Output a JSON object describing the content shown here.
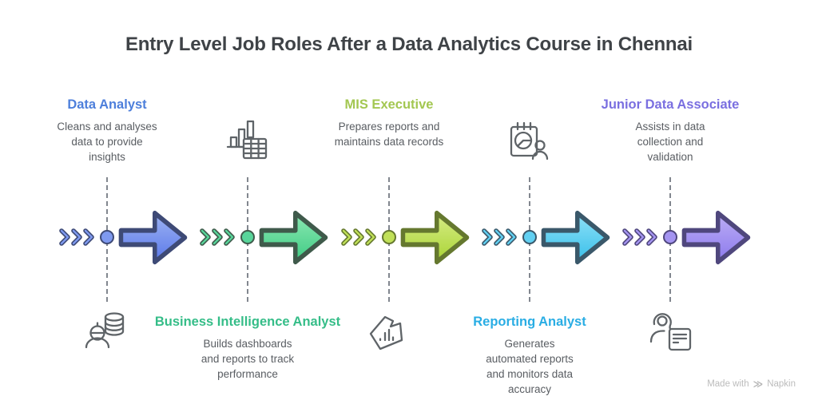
{
  "title": "Entry Level Job Roles After a Data Analytics Course in Chennai",
  "footer": {
    "made_with": "Made with",
    "brand": "Napkin"
  },
  "roles": [
    {
      "name": "Data Analyst",
      "description": "Cleans and analyses data to provide insights",
      "text_position": "top",
      "icon": "engineer-database-icon",
      "color": "#4d7fdb",
      "arrow": {
        "light": "#9db3f2",
        "dark": "#5a78ea",
        "border": "#3e4a76",
        "node": "#7e99ef"
      }
    },
    {
      "name": "Business Intelligence Analyst",
      "description": "Builds dashboards and reports to track performance",
      "text_position": "bottom",
      "icon": "bar-chart-table-icon",
      "color": "#35bd88",
      "arrow": {
        "light": "#8ce8b3",
        "dark": "#3ecb83",
        "border": "#3f5a4b",
        "node": "#58d59a"
      }
    },
    {
      "name": "MIS Executive",
      "description": "Prepares reports and maintains data records",
      "text_position": "top",
      "icon": "gem-chart-icon",
      "color": "#a3c751",
      "arrow": {
        "light": "#d7ec86",
        "dark": "#a9d434",
        "border": "#65782f",
        "node": "#c0e058"
      }
    },
    {
      "name": "Reporting Analyst",
      "description": "Generates automated reports and monitors data accuracy",
      "text_position": "bottom",
      "icon": "calendar-pie-person-icon",
      "color": "#29ade4",
      "arrow": {
        "light": "#8fe1f8",
        "dark": "#38bfe9",
        "border": "#3a586a",
        "node": "#61d0f2"
      }
    },
    {
      "name": "Junior Data Associate",
      "description": "Assists in data collection and validation",
      "text_position": "top",
      "icon": "person-document-icon",
      "color": "#7a6fe0",
      "arrow": {
        "light": "#bcaef6",
        "dark": "#8c79ec",
        "border": "#4f477d",
        "node": "#a494f1"
      }
    }
  ]
}
